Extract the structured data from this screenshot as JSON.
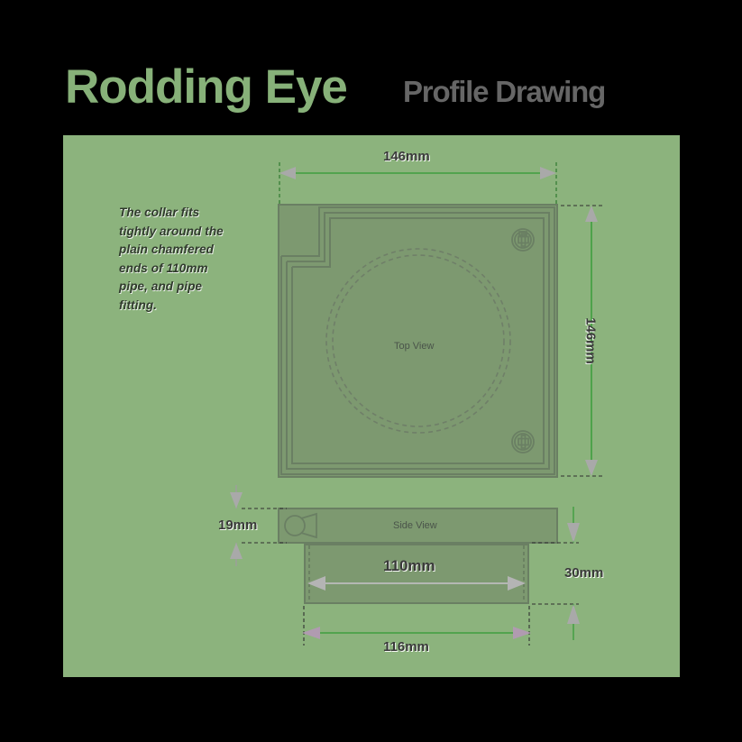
{
  "header": {
    "title_main": "Rodding Eye",
    "title_sub": "Profile Drawing"
  },
  "note": {
    "text": "The collar fits tightly around the plain chamfered ends of 110mm pipe, and pipe fitting."
  },
  "drawing": {
    "top_view": {
      "label": "Top View",
      "width_dimension": "146mm",
      "height_dimension": "146mm",
      "screws": [
        "screw-top-right",
        "screw-bottom-right"
      ]
    },
    "side_view": {
      "label": "Side View",
      "flange_height_dimension": "19mm",
      "body_width_dimension": "110mm",
      "body_height_dimension": "30mm",
      "overall_width_dimension": "116mm",
      "icon": "keyhole-icon"
    }
  },
  "colors": {
    "background": "#000000",
    "panel": "#8cb37d",
    "brand_green": "#87b179",
    "subtitle_gray": "#666666",
    "part_fill": "#7d9970",
    "part_stroke": "#6a7f63",
    "dimension_green": "#3f9e3f",
    "dimension_gray": "#a9a9a9",
    "text_dark": "#3a3a3a"
  }
}
